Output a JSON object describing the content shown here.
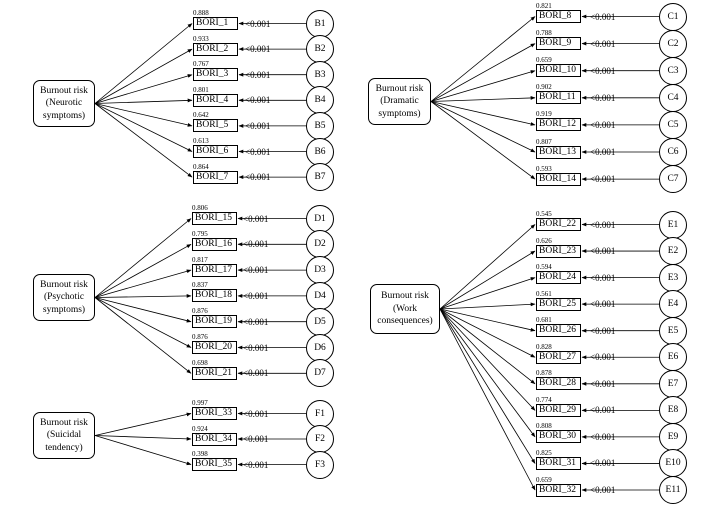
{
  "p_value": "<0.001",
  "groups": [
    {
      "id": "B",
      "factor_lines": [
        "Burnout risk",
        "(Neurotic",
        "symptoms)"
      ],
      "items": [
        {
          "name": "BORI_1",
          "loading": "0.888",
          "error": "B1"
        },
        {
          "name": "BORI_2",
          "loading": "0.933",
          "error": "B2"
        },
        {
          "name": "BORI_3",
          "loading": "0.767",
          "error": "B3"
        },
        {
          "name": "BORI_4",
          "loading": "0.801",
          "error": "B4"
        },
        {
          "name": "BORI_5",
          "loading": "0.642",
          "error": "B5"
        },
        {
          "name": "BORI_6",
          "loading": "0.613",
          "error": "B6"
        },
        {
          "name": "BORI_7",
          "loading": "0.864",
          "error": "B7"
        }
      ]
    },
    {
      "id": "D",
      "factor_lines": [
        "Burnout risk",
        "(Psychotic",
        "symptoms)"
      ],
      "items": [
        {
          "name": "BORI_15",
          "loading": "0.806",
          "error": "D1"
        },
        {
          "name": "BORI_16",
          "loading": "0.795",
          "error": "D2"
        },
        {
          "name": "BORI_17",
          "loading": "0.817",
          "error": "D3"
        },
        {
          "name": "BORI_18",
          "loading": "0.837",
          "error": "D4"
        },
        {
          "name": "BORI_19",
          "loading": "0.876",
          "error": "D5"
        },
        {
          "name": "BORI_20",
          "loading": "0.876",
          "error": "D6"
        },
        {
          "name": "BORI_21",
          "loading": "0.698",
          "error": "D7"
        }
      ]
    },
    {
      "id": "F",
      "factor_lines": [
        "Burnout risk",
        "(Suicidal",
        "tendency)"
      ],
      "items": [
        {
          "name": "BORI_33",
          "loading": "0.997",
          "error": "F1"
        },
        {
          "name": "BORI_34",
          "loading": "0.924",
          "error": "F2"
        },
        {
          "name": "BORI_35",
          "loading": "0.398",
          "error": "F3"
        }
      ]
    },
    {
      "id": "C",
      "factor_lines": [
        "Burnout risk",
        "(Dramatic",
        "symptoms)"
      ],
      "items": [
        {
          "name": "BORI_8",
          "loading": "0.821",
          "error": "C1"
        },
        {
          "name": "BORI_9",
          "loading": "0.788",
          "error": "C2"
        },
        {
          "name": "BORI_10",
          "loading": "0.659",
          "error": "C3"
        },
        {
          "name": "BORI_11",
          "loading": "0.902",
          "error": "C4"
        },
        {
          "name": "BORI_12",
          "loading": "0.919",
          "error": "C5"
        },
        {
          "name": "BORI_13",
          "loading": "0.807",
          "error": "C6"
        },
        {
          "name": "BORI_14",
          "loading": "0.593",
          "error": "C7"
        }
      ]
    },
    {
      "id": "E",
      "factor_lines": [
        "Burnout risk",
        "(Work",
        "consequences)"
      ],
      "items": [
        {
          "name": "BORI_22",
          "loading": "0.545",
          "error": "E1"
        },
        {
          "name": "BORI_23",
          "loading": "0.626",
          "error": "E2"
        },
        {
          "name": "BORI_24",
          "loading": "0.594",
          "error": "E3"
        },
        {
          "name": "BORI_25",
          "loading": "0.561",
          "error": "E4"
        },
        {
          "name": "BORI_26",
          "loading": "0.681",
          "error": "E5"
        },
        {
          "name": "BORI_27",
          "loading": "0.828",
          "error": "E6"
        },
        {
          "name": "BORI_28",
          "loading": "0.878",
          "error": "E7"
        },
        {
          "name": "BORI_29",
          "loading": "0.774",
          "error": "E8"
        },
        {
          "name": "BORI_30",
          "loading": "0.808",
          "error": "E9"
        },
        {
          "name": "BORI_31",
          "loading": "0.825",
          "error": "E10"
        },
        {
          "name": "BORI_32",
          "loading": "0.659",
          "error": "E11"
        }
      ]
    }
  ]
}
